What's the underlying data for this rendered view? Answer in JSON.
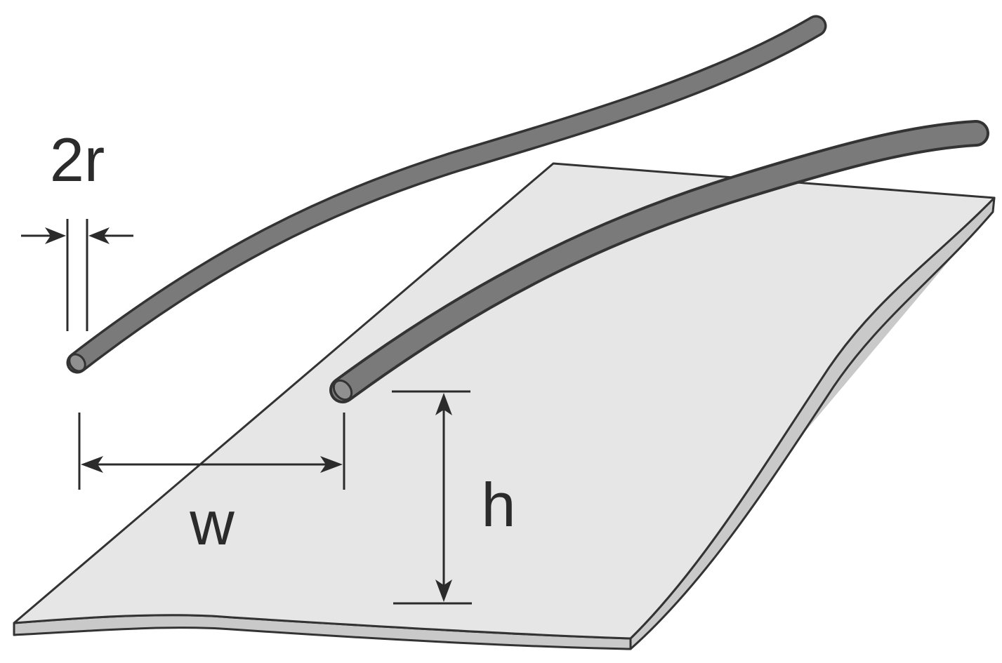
{
  "labels": {
    "diameter": "2r",
    "separation": "w",
    "height": "h"
  },
  "colors": {
    "plane_top": "#e6e6e6",
    "plane_edge": "#c9c9c9",
    "wire_fill": "#7a7a7a",
    "wire_outline": "#333333",
    "wire_end": "#909090",
    "dimension_line": "#2b2b2b",
    "background": "#ffffff"
  }
}
